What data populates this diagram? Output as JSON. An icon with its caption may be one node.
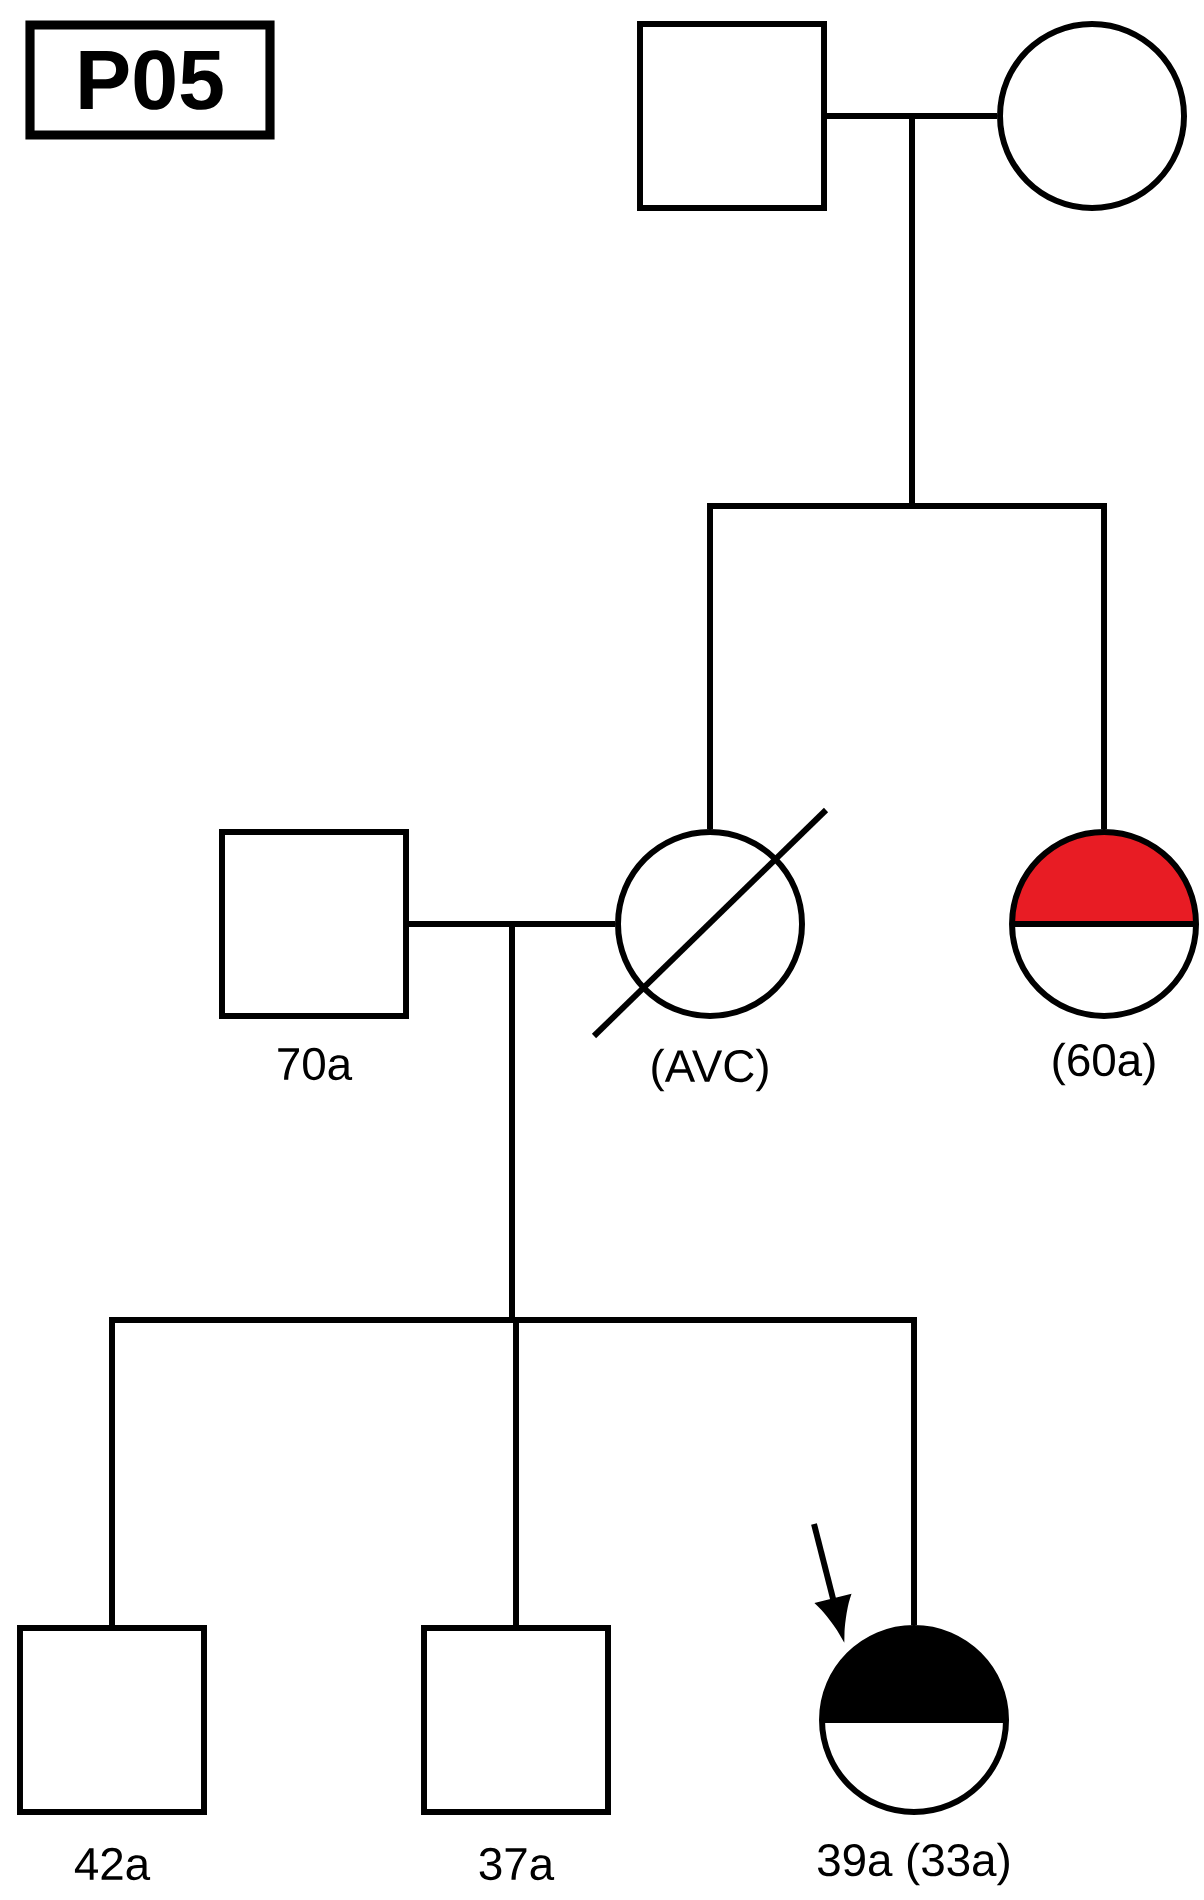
{
  "diagram": {
    "nodes": [
      {
        "text": [
          "P05"
        ]
      },
      {
        "text": [],
        "shape": "box"
      },
      {
        "text": [],
        "shape": "circle"
      },
      {
        "text": [],
        "shape": "box",
        "beside": [
          "70a"
        ]
      },
      {
        "text": [],
        "shape": "circle",
        "beside": [
          "(AVC)"
        ]
      },
      {
        "text": [],
        "shape": "circle",
        "beside": [
          "(60a)"
        ]
      },
      {
        "text": [],
        "shape": "box",
        "beside": [
          "42a"
        ]
      },
      {
        "text": [],
        "shape": "box",
        "beside": [
          "37a"
        ]
      },
      {
        "text": [],
        "shape": "circle",
        "beside": [
          "39a (33a)"
        ]
      }
    ],
    "edges": [
      {
        "from": 1,
        "to": 2,
        "arrow": "none"
      },
      {
        "from": 1,
        "to": 4,
        "arrow": "none"
      },
      {
        "from": 1,
        "to": 5,
        "arrow": "none"
      },
      {
        "from": 3,
        "to": 4,
        "arrow": "none"
      },
      {
        "from": 3,
        "to": 6,
        "arrow": "none"
      },
      {
        "from": 3,
        "to": 7,
        "arrow": "none"
      },
      {
        "from": 3,
        "to": 8,
        "arrow": "none"
      },
      {
        "from": null,
        "to": 8,
        "arrow": "to"
      }
    ]
  }
}
